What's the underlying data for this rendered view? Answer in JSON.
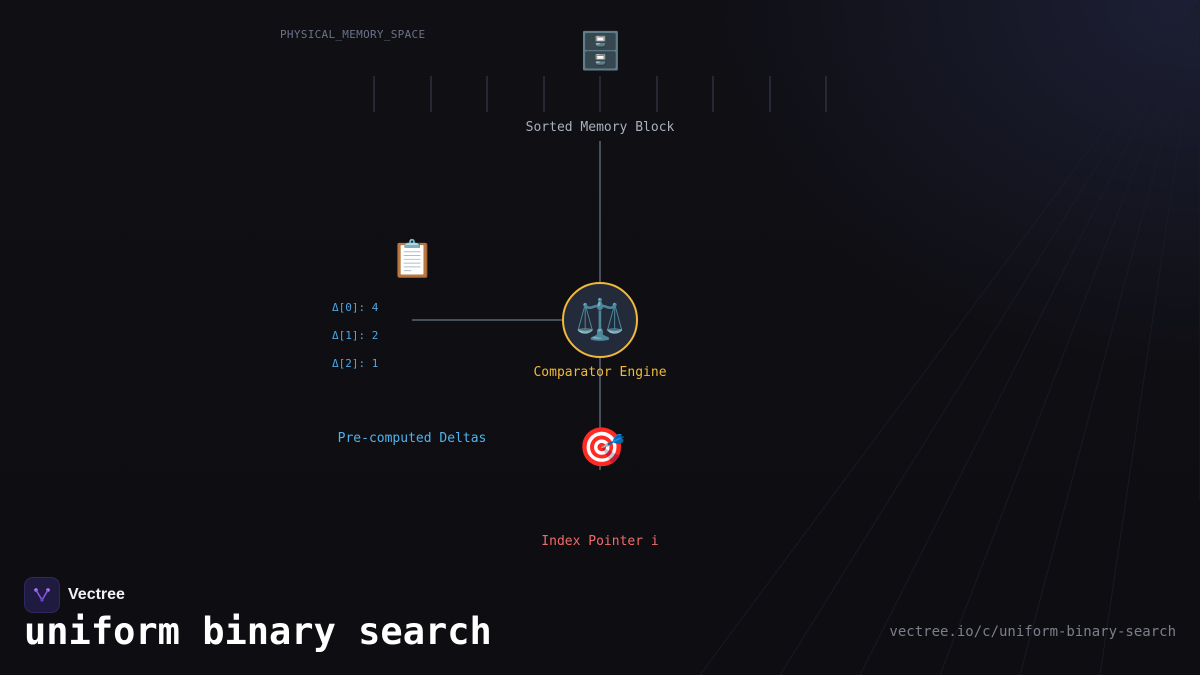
{
  "diagram": {
    "memory_space_label": "PHYSICAL_MEMORY_SPACE",
    "sorted_block": {
      "icon": "file-cabinet-icon",
      "label": "Sorted Memory Block"
    },
    "deltas": {
      "icon": "clipboard-icon",
      "entries": [
        "Δ[0]: 4",
        "Δ[1]: 2",
        "Δ[2]: 1"
      ],
      "label": "Pre-computed Deltas"
    },
    "engine": {
      "icon": "balance-scale-icon",
      "label": "Comparator Engine"
    },
    "pointer": {
      "icon": "target-icon",
      "label": "Index Pointer i"
    }
  },
  "footer": {
    "brand": "Vectree",
    "title": "uniform binary search",
    "url": "vectree.io/c/uniform-binary-search"
  },
  "colors": {
    "background": "#0e0e12",
    "engine_accent": "#f0b93b",
    "deltas_accent": "#4fb3ef",
    "pointer_accent": "#ef6b6b",
    "connector": "#5a6478"
  }
}
